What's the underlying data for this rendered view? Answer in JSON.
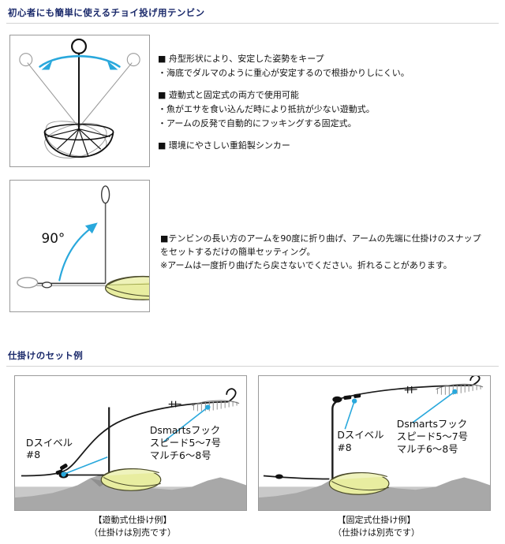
{
  "section1": {
    "heading": "初心者にも簡単に使えるチョイ投げ用テンビン",
    "features": [
      "■ 舟型形状により、安定した姿勢をキープ",
      "・海底でダルマのように重心が安定するので根掛かりしにくい。",
      "■ 遊動式と固定式の両方で使用可能",
      "・魚がエサを食い込んだ時により抵抗が少ない遊動式。",
      "・アームの反発で自動的にフッキングする固定式。",
      "■ 環境にやさしい重鉛製シンカー"
    ],
    "angle_label": "90°",
    "setup_text": [
      "■テンビンの長い方のアームを90度に折り曲げ、アームの先端に仕掛けのスナップ",
      "をセットするだけの簡単セッティング。",
      "※アームは一度折り曲げたら戻さないでください。折れることがあります。"
    ]
  },
  "section2": {
    "heading": "仕掛けのセット例",
    "panels": [
      {
        "swivel_label_line1": "Dスイベル",
        "swivel_label_line2": "#8",
        "hook_label_line1": "Dsmartsフック",
        "hook_label_line2": "スピード5〜7号",
        "hook_label_line3": "マルチ6〜8号",
        "caption_line1": "【遊動式仕掛け例】",
        "caption_line2": "（仕掛けは別売です）"
      },
      {
        "swivel_label_line1": "Dスイベル",
        "swivel_label_line2": "#8",
        "hook_label_line1": "Dsmartsフック",
        "hook_label_line2": "スピード5〜7号",
        "hook_label_line3": "マルチ6〜8号",
        "caption_line1": "【固定式仕掛け例】",
        "caption_line2": "（仕掛けは別売です）"
      }
    ]
  },
  "colors": {
    "heading": "#1b2a6b",
    "rule": "#d3d3d3",
    "panel_border": "#9a9a9a",
    "accent_blue": "#29a8dc",
    "sinker_yellow": "#e8eda0",
    "sinker_yellow_dark": "#d2d86a",
    "seabed": "#a8a8a8",
    "water": "#c9c9c9",
    "line": "#1a1a1a",
    "ghost": "#9b9b9b"
  }
}
